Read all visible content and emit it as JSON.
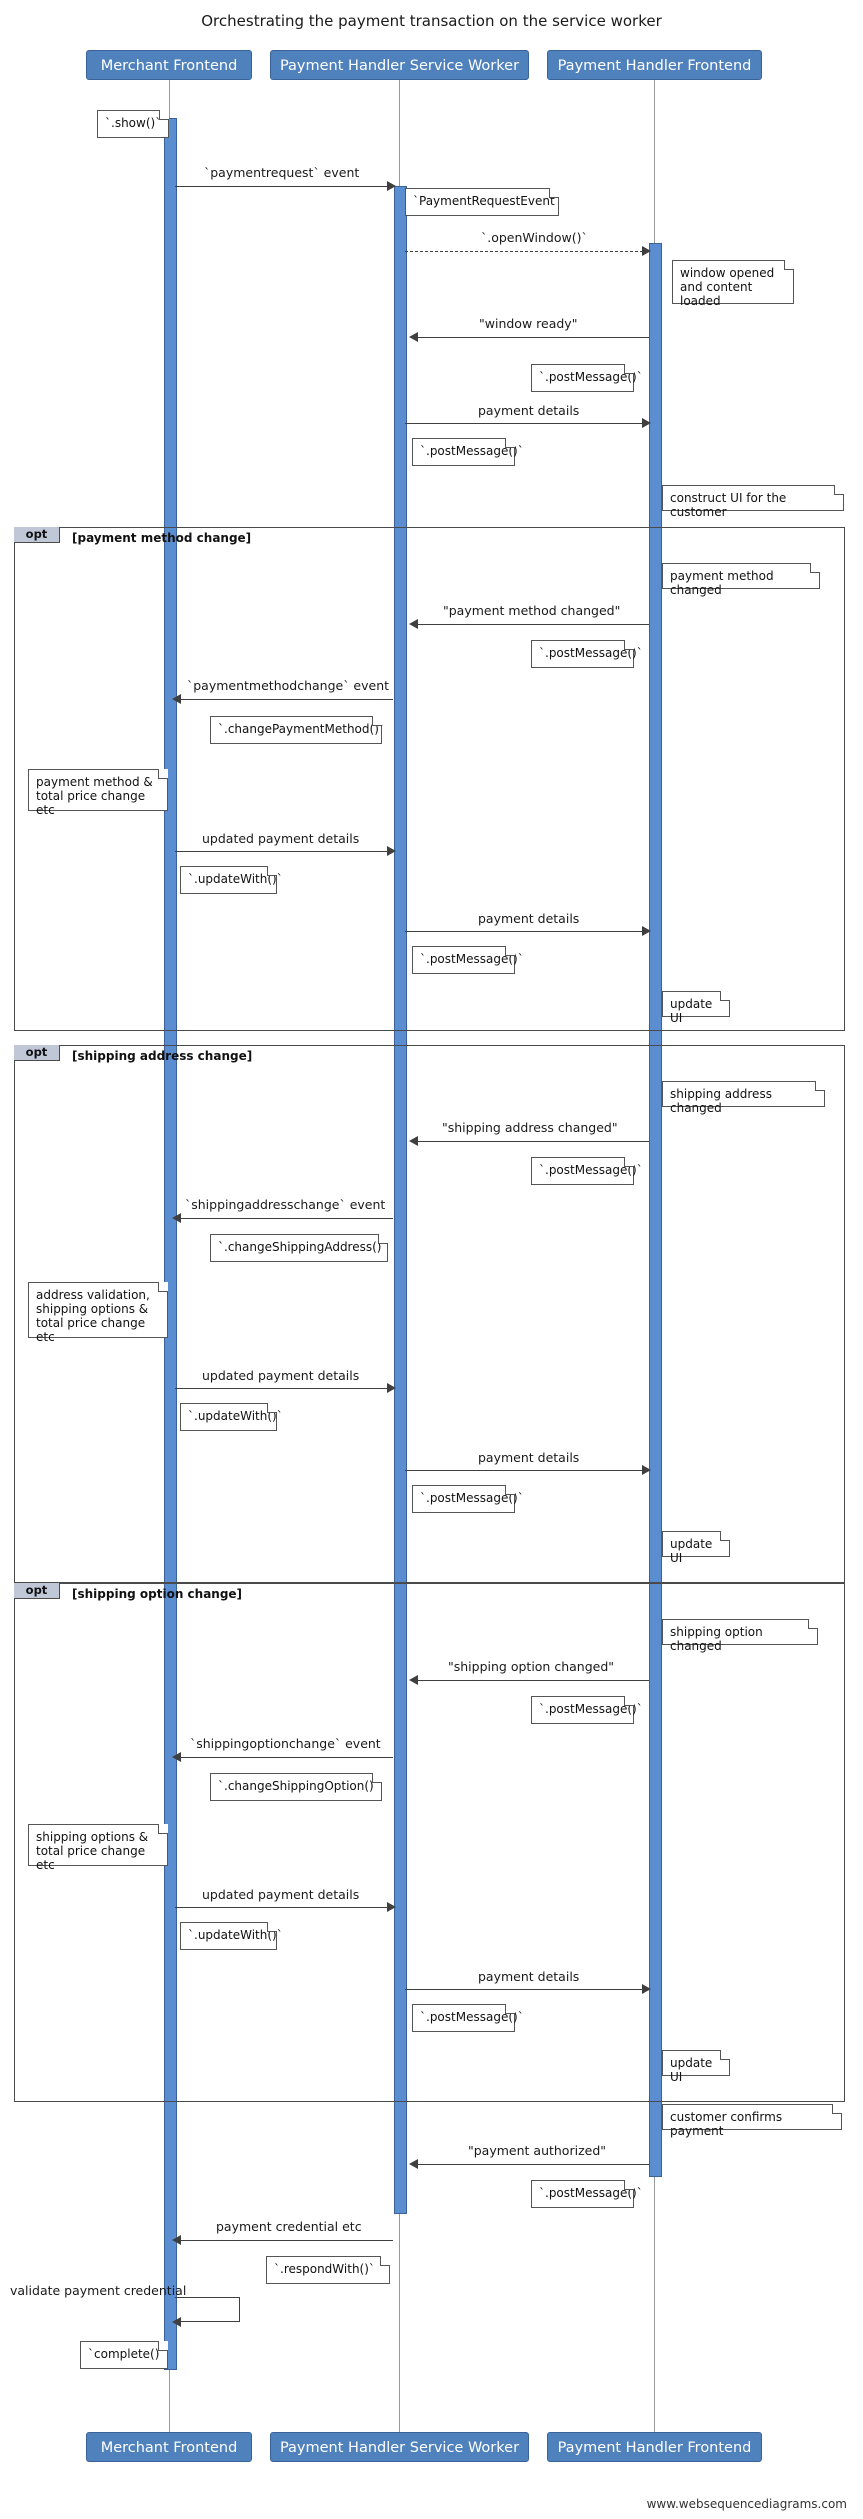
{
  "title": "Orchestrating the payment transaction on the service worker",
  "footer": "www.websequencediagrams.com",
  "actors": [
    {
      "id": "merchant",
      "label": "Merchant Frontend"
    },
    {
      "id": "sw",
      "label": "Payment Handler Service Worker"
    },
    {
      "id": "phf",
      "label": "Payment Handler Frontend"
    }
  ],
  "actors_bottom": [
    {
      "id": "merchant",
      "label": "Merchant Frontend"
    },
    {
      "id": "sw",
      "label": "Payment Handler Service Worker"
    },
    {
      "id": "phf",
      "label": "Payment Handler Frontend"
    }
  ],
  "fragments": [
    {
      "id": "opt1",
      "label": "opt",
      "condition": "[payment method change]"
    },
    {
      "id": "opt2",
      "label": "opt",
      "condition": "[shipping address change]"
    },
    {
      "id": "opt3",
      "label": "opt",
      "condition": "[shipping option change]"
    }
  ],
  "messages": [
    {
      "id": "m1",
      "text": "`paymentrequest` event"
    },
    {
      "id": "m2",
      "text": "`.openWindow()`"
    },
    {
      "id": "m3",
      "text": "\"window ready\""
    },
    {
      "id": "m4",
      "text": "payment details"
    },
    {
      "id": "m5",
      "text": "\"payment method changed\""
    },
    {
      "id": "m6",
      "text": "`paymentmethodchange` event"
    },
    {
      "id": "m7",
      "text": "updated payment details"
    },
    {
      "id": "m8",
      "text": "payment details"
    },
    {
      "id": "m9",
      "text": "\"shipping address changed\""
    },
    {
      "id": "m10",
      "text": "`shippingaddresschange` event"
    },
    {
      "id": "m11",
      "text": "updated payment details"
    },
    {
      "id": "m12",
      "text": "payment details"
    },
    {
      "id": "m13",
      "text": "\"shipping option changed\""
    },
    {
      "id": "m14",
      "text": "`shippingoptionchange` event"
    },
    {
      "id": "m15",
      "text": "updated payment details"
    },
    {
      "id": "m16",
      "text": "payment details"
    },
    {
      "id": "m17",
      "text": "\"payment authorized\""
    },
    {
      "id": "m18",
      "text": "payment credential etc"
    },
    {
      "id": "m19",
      "text": "validate payment credential"
    }
  ],
  "notes": [
    {
      "id": "n1",
      "text": "`.show()`"
    },
    {
      "id": "n2",
      "text": "`PaymentRequestEvent`"
    },
    {
      "id": "n3",
      "text": "window opened\nand content loaded"
    },
    {
      "id": "n4",
      "text": "`.postMessage()`"
    },
    {
      "id": "n5",
      "text": "`.postMessage()`"
    },
    {
      "id": "n6",
      "text": "construct UI for the customer"
    },
    {
      "id": "n7",
      "text": "payment method changed"
    },
    {
      "id": "n8",
      "text": "`.postMessage()`"
    },
    {
      "id": "n9",
      "text": "`.changePaymentMethod()`"
    },
    {
      "id": "n10",
      "text": "payment method &\ntotal price change etc"
    },
    {
      "id": "n11",
      "text": "`.updateWith()`"
    },
    {
      "id": "n12",
      "text": "`.postMessage()`"
    },
    {
      "id": "n13",
      "text": "update UI"
    },
    {
      "id": "n14",
      "text": "shipping address changed"
    },
    {
      "id": "n15",
      "text": "`.postMessage()`"
    },
    {
      "id": "n16",
      "text": "`.changeShippingAddress()`"
    },
    {
      "id": "n17",
      "text": "address validation,\nshipping options &\ntotal price change etc"
    },
    {
      "id": "n18",
      "text": "`.updateWith()`"
    },
    {
      "id": "n19",
      "text": "`.postMessage()`"
    },
    {
      "id": "n20",
      "text": "update UI"
    },
    {
      "id": "n21",
      "text": "shipping option changed"
    },
    {
      "id": "n22",
      "text": "`.postMessage()`"
    },
    {
      "id": "n23",
      "text": "`.changeShippingOption()`"
    },
    {
      "id": "n24",
      "text": "shipping options &\ntotal price change etc"
    },
    {
      "id": "n25",
      "text": "`.updateWith()`"
    },
    {
      "id": "n26",
      "text": "`.postMessage()`"
    },
    {
      "id": "n27",
      "text": "update UI"
    },
    {
      "id": "n28",
      "text": "customer confirms payment"
    },
    {
      "id": "n29",
      "text": "`.postMessage()`"
    },
    {
      "id": "n30",
      "text": "`.respondWith()`"
    },
    {
      "id": "n31",
      "text": "`complete()`"
    }
  ],
  "colors": {
    "actor_fill": "#4F81BD",
    "actor_text": "#ffffff",
    "activation_fill": "#5B8DD1",
    "fragment_label_fill": "#C0C8D8",
    "line": "#3f3f3f"
  }
}
